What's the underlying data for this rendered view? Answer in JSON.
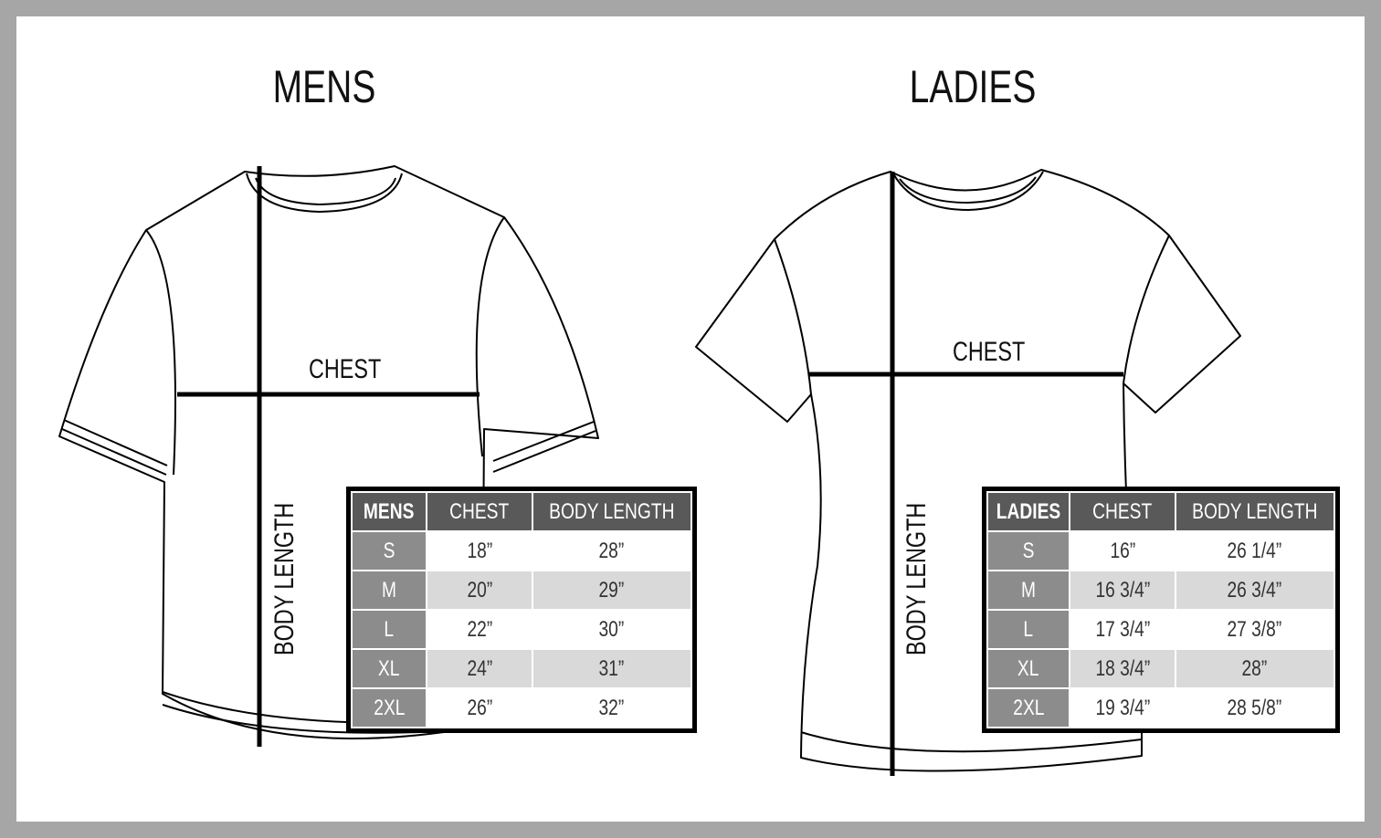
{
  "headings": {
    "mens": "MENS",
    "ladies": "LADIES"
  },
  "labels": {
    "mens_chest": "CHEST",
    "mens_body_length": "BODY LENGTH",
    "ladies_chest": "CHEST",
    "ladies_body_length": "BODY LENGTH"
  },
  "mens_table": {
    "headers": [
      "MENS",
      "CHEST",
      "BODY LENGTH"
    ],
    "rows": [
      [
        "S",
        "18”",
        "28”"
      ],
      [
        "M",
        "20”",
        "29”"
      ],
      [
        "L",
        "22”",
        "30”"
      ],
      [
        "XL",
        "24”",
        "31”"
      ],
      [
        "2XL",
        "26”",
        "32”"
      ]
    ]
  },
  "ladies_table": {
    "headers": [
      "LADIES",
      "CHEST",
      "BODY LENGTH"
    ],
    "rows": [
      [
        "S",
        "16”",
        "26 1/4”"
      ],
      [
        "M",
        "16 3/4”",
        "26 3/4”"
      ],
      [
        "L",
        "17 3/4”",
        "27 3/8”"
      ],
      [
        "XL",
        "18 3/4”",
        "28”"
      ],
      [
        "2XL",
        "19 3/4”",
        "28 5/8”"
      ]
    ]
  },
  "colors": {
    "frame": "#a6a6a6",
    "header_cell": "#595959",
    "size_cell": "#8c8c8c",
    "alt_row": "#d9d9d9"
  }
}
